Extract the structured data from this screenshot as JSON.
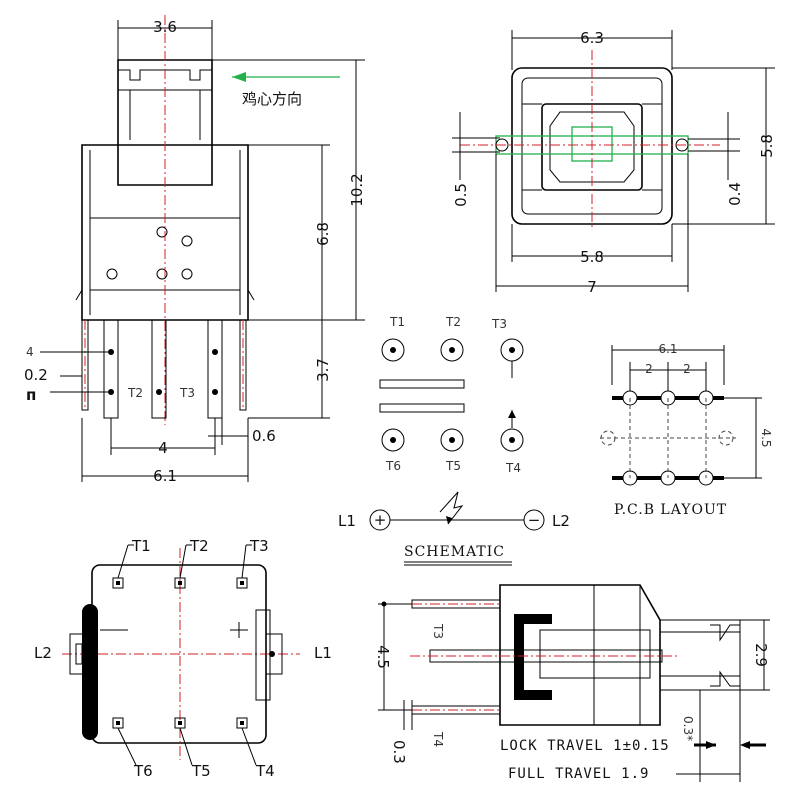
{
  "side_view": {
    "dim_top_width": "3.6",
    "dim_height_total": "10.2",
    "dim_body_height": "6.8",
    "dim_pin_length": "3.7",
    "dim_pin_pitch": "4",
    "dim_pin_offset": "0.6",
    "dim_base_width": "6.1",
    "dim_pin_width": "0.2",
    "note_direction": "鸡心方向",
    "label_pin4": "4",
    "label_t2": "T2",
    "label_t3": "T3",
    "pin_glyph": "п"
  },
  "top_view": {
    "dim_width_top": "6.3",
    "dim_height": "5.8",
    "dim_inner_width": "5.8",
    "dim_width_total": "7",
    "dim_left_pin": "0.5",
    "dim_right_pin": "0.4"
  },
  "schematic": {
    "title": "SCHEMATIC",
    "terminals_top": [
      "T1",
      "T2",
      "T3"
    ],
    "terminals_bottom": [
      "T6",
      "T5",
      "T4"
    ],
    "left_lamp": "L1",
    "right_lamp": "L2",
    "plus_sign": "+",
    "minus_sign": "−"
  },
  "pcb_layout": {
    "title": "P.C.B LAYOUT",
    "dim_width": "6.1",
    "dim_pitch_a": "2",
    "dim_pitch_b": "2",
    "dim_row_spacing": "4.5"
  },
  "bottom_view": {
    "labels_top": [
      "T1",
      "T2",
      "T3"
    ],
    "labels_bottom": [
      "T6",
      "T5",
      "T4"
    ],
    "left_label": "L2",
    "right_label": "L1"
  },
  "travel_view": {
    "dim_spacing": "4.5",
    "dim_pin": "0.3",
    "dim_right": "2.9",
    "dim_small": "0.3*",
    "label_t3": "T3",
    "label_t4": "T4",
    "lock_travel": "LOCK TRAVEL 1±0.15",
    "full_travel": "FULL TRAVEL 1.9"
  }
}
